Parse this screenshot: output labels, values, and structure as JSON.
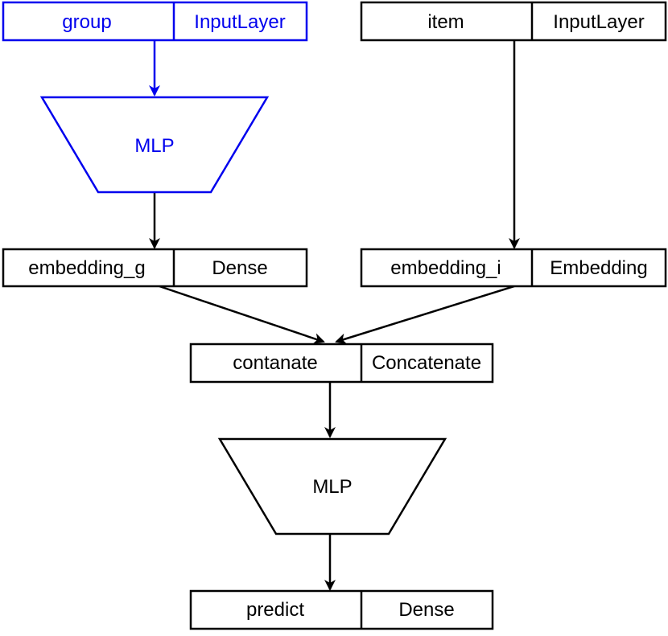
{
  "colors": {
    "accent": "#0000ee",
    "default": "#000000",
    "background": "#ffffff"
  },
  "nodes": {
    "group": {
      "name": "group",
      "type": "InputLayer"
    },
    "item": {
      "name": "item",
      "type": "InputLayer"
    },
    "mlp_top": {
      "label": "MLP"
    },
    "embedding_g": {
      "name": "embedding_g",
      "type": "Dense"
    },
    "embedding_i": {
      "name": "embedding_i",
      "type": "Embedding"
    },
    "concat": {
      "name": "contanate",
      "type": "Concatenate"
    },
    "mlp_bottom": {
      "label": "MLP"
    },
    "predict": {
      "name": "predict",
      "type": "Dense"
    }
  }
}
